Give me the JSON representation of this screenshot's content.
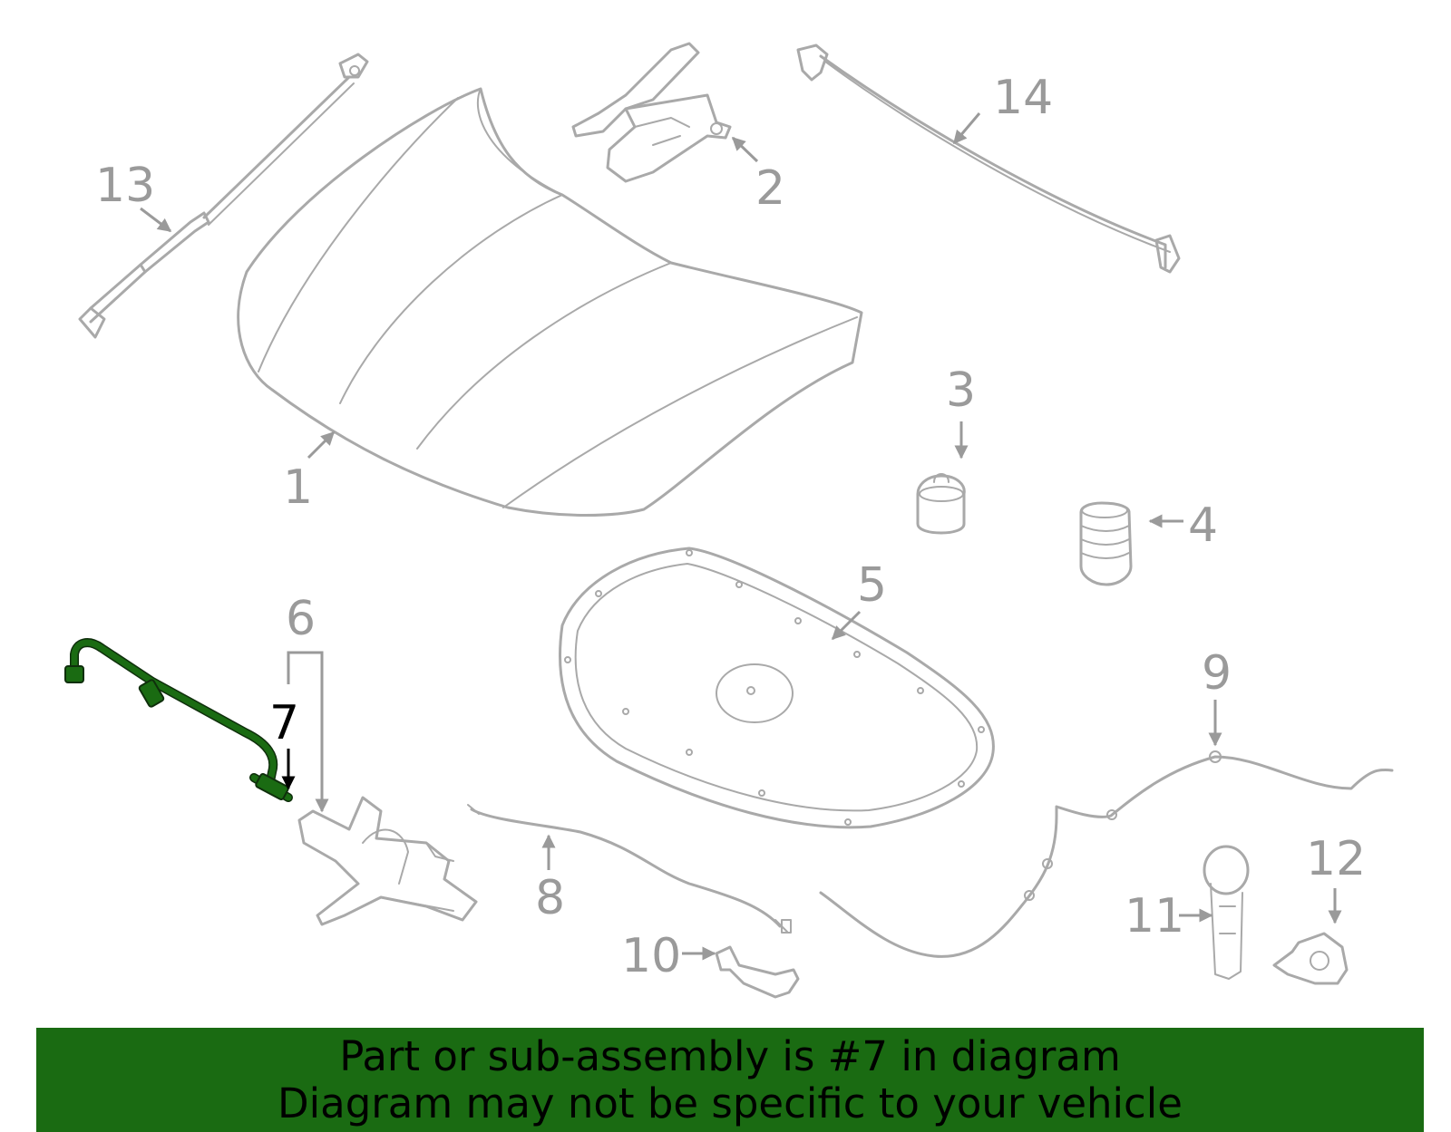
{
  "callouts": [
    "1",
    "2",
    "3",
    "4",
    "5",
    "6",
    "7",
    "8",
    "9",
    "10",
    "11",
    "12",
    "13",
    "14"
  ],
  "highlighted_part": "7",
  "colors": {
    "highlight": "#1a6b12",
    "line_art": "#a9a9a9",
    "banner": "#1a6b12"
  },
  "banner": {
    "line1": "Part or sub-assembly is #7 in diagram",
    "line2": "Diagram may not be specific to your vehicle"
  }
}
